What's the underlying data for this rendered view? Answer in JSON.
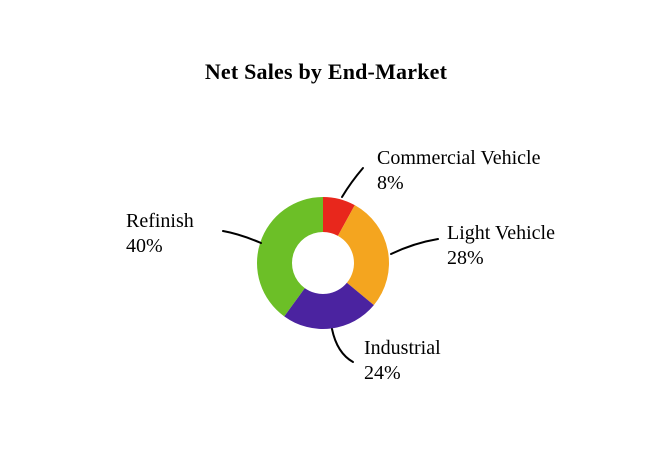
{
  "chart_data": {
    "type": "pie",
    "subtype": "donut",
    "title": "Net Sales by End-Market",
    "direction": "clockwise",
    "start_angle_deg": 0,
    "background_color": "#ffffff",
    "text_color": "#000000",
    "leader_line_color": "#000000",
    "segments": [
      {
        "label": "Commercial Vehicle",
        "value_pct": 8,
        "pct_label": "8%",
        "color": "#e8271c"
      },
      {
        "label": "Light Vehicle",
        "value_pct": 28,
        "pct_label": "28%",
        "color": "#f4a51f"
      },
      {
        "label": "Industrial",
        "value_pct": 24,
        "pct_label": "24%",
        "color": "#4b23a0"
      },
      {
        "label": "Refinish",
        "value_pct": 40,
        "pct_label": "40%",
        "color": "#6cbf27"
      }
    ]
  }
}
